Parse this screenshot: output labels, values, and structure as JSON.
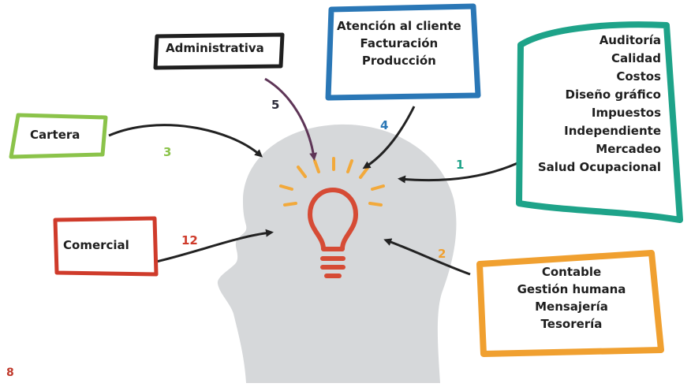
{
  "colors": {
    "head": "#d6d8da",
    "bulb": "#d64b35",
    "rays": "#f2a93b",
    "arrow": "#222222",
    "arrow_admin": "#5e3557"
  },
  "boxes": {
    "administrativa": {
      "lines": [
        "Administrativa"
      ],
      "number": "5",
      "border": "#1f1f1f",
      "number_color": "#2c2c3a"
    },
    "atencion": {
      "lines": [
        "Atención al cliente",
        "Facturación",
        "Producción"
      ],
      "number": "4",
      "border": "#2a77b6",
      "number_color": "#2a77b6"
    },
    "cartera": {
      "lines": [
        "Cartera"
      ],
      "number": "3",
      "border": "#8bc34a",
      "number_color": "#8bc34a"
    },
    "auditoria": {
      "lines": [
        "Auditoría",
        "Calidad",
        "Costos",
        "Diseño gráfico",
        "Impuestos",
        "Independiente",
        "Mercadeo",
        "Salud Ocupacional"
      ],
      "number": "1",
      "border": "#1ea389",
      "number_color": "#1ea389"
    },
    "comercial": {
      "lines": [
        "Comercial"
      ],
      "number": "12",
      "border": "#cf3b2b",
      "number_color": "#cf3b2b"
    },
    "contable": {
      "lines": [
        "Contable",
        "Gestión humana",
        "Mensajería",
        "Tesorería"
      ],
      "number": "2",
      "border": "#f0a030",
      "number_color": "#f0a030"
    }
  },
  "page_number": "8"
}
